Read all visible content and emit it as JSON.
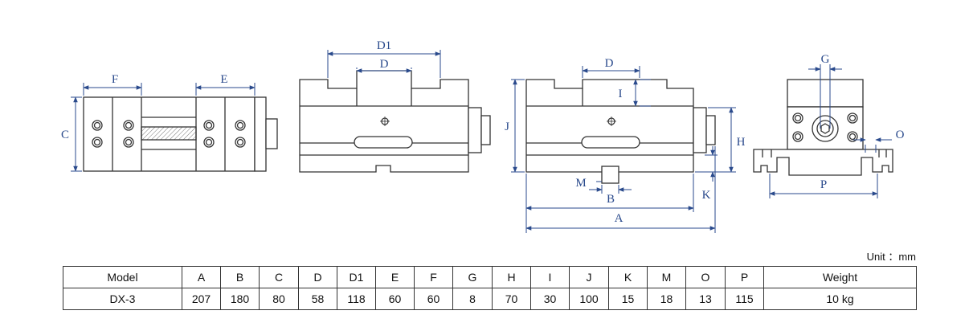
{
  "labels": {
    "front": {
      "F": "F",
      "E": "E",
      "C": "C"
    },
    "top": {
      "D1": "D1",
      "D": "D"
    },
    "side": {
      "D": "D",
      "I": "I",
      "J": "J",
      "H": "H",
      "M": "M",
      "B": "B",
      "K": "K",
      "A": "A"
    },
    "end": {
      "G": "G",
      "O": "O",
      "P": "P"
    }
  },
  "unit_text": "Unit ：mm",
  "table": {
    "headers": [
      "Model",
      "A",
      "B",
      "C",
      "D",
      "D1",
      "E",
      "F",
      "G",
      "H",
      "I",
      "J",
      "K",
      "M",
      "O",
      "P",
      "Weight"
    ],
    "rows": [
      [
        "DX-3",
        "207",
        "180",
        "80",
        "58",
        "118",
        "60",
        "60",
        "8",
        "70",
        "30",
        "100",
        "15",
        "18",
        "13",
        "115",
        "10 kg"
      ]
    ]
  },
  "colors": {
    "line": "#2a4a8c",
    "outline": "#333333"
  }
}
